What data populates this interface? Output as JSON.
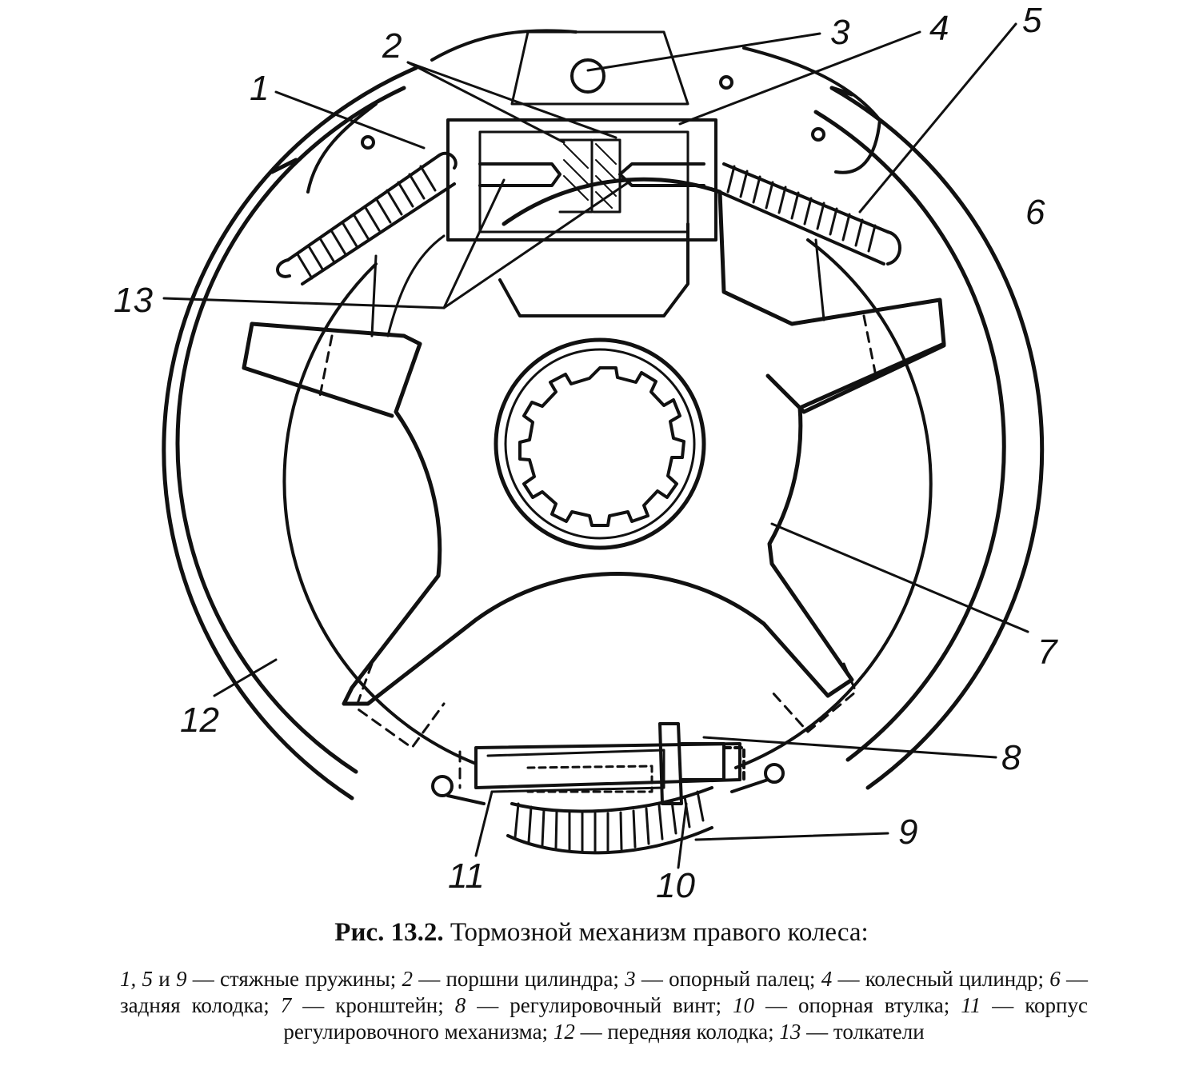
{
  "figure": {
    "callouts": [
      {
        "id": "1",
        "text": "1"
      },
      {
        "id": "2",
        "text": "2"
      },
      {
        "id": "3",
        "text": "3"
      },
      {
        "id": "4",
        "text": "4"
      },
      {
        "id": "5",
        "text": "5"
      },
      {
        "id": "6",
        "text": "6"
      },
      {
        "id": "7",
        "text": "7"
      },
      {
        "id": "8",
        "text": "8"
      },
      {
        "id": "9",
        "text": "9"
      },
      {
        "id": "10",
        "text": "10"
      },
      {
        "id": "11",
        "text": "11"
      },
      {
        "id": "12",
        "text": "12"
      },
      {
        "id": "13",
        "text": "13"
      }
    ]
  },
  "caption": {
    "figure_number": "Рис. 13.2.",
    "title": "Тормозной механизм правого колеса:",
    "legend": [
      {
        "num": "1, 5",
        "sep": " и ",
        "num2": "9",
        "text": " — стяжные пружины; "
      },
      {
        "num": "2",
        "text": " — поршни цилиндра; "
      },
      {
        "num": "3",
        "text": " — опорный палец; "
      },
      {
        "num": "4",
        "text": " — колесный цилиндр; "
      },
      {
        "num": "6",
        "text": " — задняя колодка; "
      },
      {
        "num": "7",
        "text": " — кронштейн; "
      },
      {
        "num": "8",
        "text": " — регулировочный винт; "
      },
      {
        "num": "10",
        "text": " — опорная втулка; "
      },
      {
        "num": "11",
        "text": " — корпус регулировочного механизма; "
      },
      {
        "num": "12",
        "text": " — передняя колодка; "
      },
      {
        "num": "13",
        "text": " — толкатели"
      }
    ]
  }
}
